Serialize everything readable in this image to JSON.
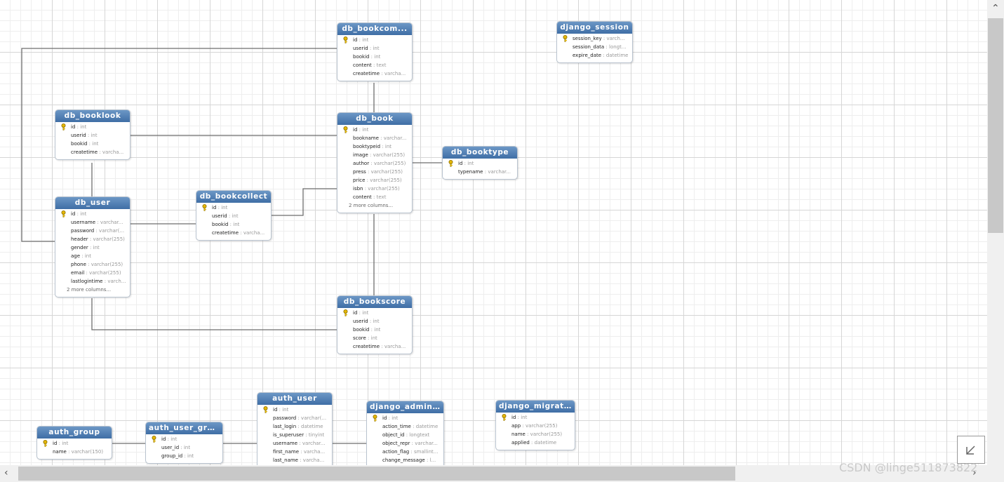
{
  "tables": [
    {
      "id": "db_bookcomment",
      "title": "db_bookcom...",
      "rows": [
        {
          "name": "id",
          "type": "int",
          "key": true
        },
        {
          "name": "userid",
          "type": "int"
        },
        {
          "name": "bookid",
          "type": "int"
        },
        {
          "name": "content",
          "type": "text"
        },
        {
          "name": "createtime",
          "type": "varcha..."
        }
      ]
    },
    {
      "id": "django_session",
      "title": "django_session",
      "rows": [
        {
          "name": "session_key",
          "type": "varch...",
          "key": true
        },
        {
          "name": "session_data",
          "type": "longt..."
        },
        {
          "name": "expire_date",
          "type": "datetime"
        }
      ]
    },
    {
      "id": "db_booklook",
      "title": "db_booklook",
      "rows": [
        {
          "name": "id",
          "type": "int",
          "key": true
        },
        {
          "name": "userid",
          "type": "int"
        },
        {
          "name": "bookid",
          "type": "int"
        },
        {
          "name": "createtime",
          "type": "varcha..."
        }
      ]
    },
    {
      "id": "db_book",
      "title": "db_book",
      "rows": [
        {
          "name": "id",
          "type": "int",
          "key": true
        },
        {
          "name": "bookname",
          "type": "varchar..."
        },
        {
          "name": "booktypeid",
          "type": "int"
        },
        {
          "name": "image",
          "type": "varchar(255)"
        },
        {
          "name": "author",
          "type": "varchar(255)"
        },
        {
          "name": "press",
          "type": "varchar(255)"
        },
        {
          "name": "price",
          "type": "varchar(255)"
        },
        {
          "name": "isbn",
          "type": "varchar(255)"
        },
        {
          "name": "content",
          "type": "text"
        }
      ],
      "more": "2 more columns..."
    },
    {
      "id": "db_booktype",
      "title": "db_booktype",
      "rows": [
        {
          "name": "id",
          "type": "int",
          "key": true
        },
        {
          "name": "typename",
          "type": "varchar..."
        }
      ]
    },
    {
      "id": "db_user",
      "title": "db_user",
      "rows": [
        {
          "name": "id",
          "type": "int",
          "key": true
        },
        {
          "name": "username",
          "type": "varchar..."
        },
        {
          "name": "password",
          "type": "varchar(..."
        },
        {
          "name": "header",
          "type": "varchar(255)"
        },
        {
          "name": "gender",
          "type": "int"
        },
        {
          "name": "age",
          "type": "int"
        },
        {
          "name": "phone",
          "type": "varchar(255)"
        },
        {
          "name": "email",
          "type": "varchar(255)"
        },
        {
          "name": "lastlogintime",
          "type": "varch..."
        }
      ],
      "more": "2 more columns..."
    },
    {
      "id": "db_bookcollect",
      "title": "db_bookcollect",
      "rows": [
        {
          "name": "id",
          "type": "int",
          "key": true
        },
        {
          "name": "userid",
          "type": "int"
        },
        {
          "name": "bookid",
          "type": "int"
        },
        {
          "name": "createtime",
          "type": "varcha..."
        }
      ]
    },
    {
      "id": "db_bookscore",
      "title": "db_bookscore",
      "rows": [
        {
          "name": "id",
          "type": "int",
          "key": true
        },
        {
          "name": "userid",
          "type": "int"
        },
        {
          "name": "bookid",
          "type": "int"
        },
        {
          "name": "score",
          "type": "int"
        },
        {
          "name": "createtime",
          "type": "varcha..."
        }
      ]
    },
    {
      "id": "auth_group",
      "title": "auth_group",
      "rows": [
        {
          "name": "id",
          "type": "int",
          "key": true
        },
        {
          "name": "name",
          "type": "varchar(150)"
        }
      ]
    },
    {
      "id": "auth_user_groups",
      "title": "auth_user_gro...",
      "rows": [
        {
          "name": "id",
          "type": "int",
          "key": true
        },
        {
          "name": "user_id",
          "type": "int"
        },
        {
          "name": "group_id",
          "type": "int"
        }
      ]
    },
    {
      "id": "auth_user",
      "title": "auth_user",
      "rows": [
        {
          "name": "id",
          "type": "int",
          "key": true
        },
        {
          "name": "password",
          "type": "varchar(..."
        },
        {
          "name": "last_login",
          "type": "datetime"
        },
        {
          "name": "is_superuser",
          "type": "tinyint"
        },
        {
          "name": "username",
          "type": "varchar..."
        },
        {
          "name": "first_name",
          "type": "varcha..."
        },
        {
          "name": "last_name",
          "type": "varcha..."
        }
      ]
    },
    {
      "id": "django_admin_log",
      "title": "django_admin...",
      "rows": [
        {
          "name": "id",
          "type": "int",
          "key": true
        },
        {
          "name": "action_time",
          "type": "datetime"
        },
        {
          "name": "object_id",
          "type": "longtext"
        },
        {
          "name": "object_repr",
          "type": "varchar..."
        },
        {
          "name": "action_flag",
          "type": "smallint..."
        },
        {
          "name": "change_message",
          "type": "l..."
        }
      ]
    },
    {
      "id": "django_migrations",
      "title": "django_migrat...",
      "rows": [
        {
          "name": "id",
          "type": "int",
          "key": true
        },
        {
          "name": "app",
          "type": "varchar(255)"
        },
        {
          "name": "name",
          "type": "varchar(255)"
        },
        {
          "name": "applied",
          "type": "datetime"
        }
      ]
    }
  ],
  "relations": [
    {
      "from": "db_bookcomment",
      "to": "db_user"
    },
    {
      "from": "db_bookcomment",
      "to": "db_book"
    },
    {
      "from": "db_booklook",
      "to": "db_book"
    },
    {
      "from": "db_booklook",
      "to": "db_user"
    },
    {
      "from": "db_book",
      "to": "db_booktype"
    },
    {
      "from": "db_bookcollect",
      "to": "db_book"
    },
    {
      "from": "db_bookcollect",
      "to": "db_user"
    },
    {
      "from": "db_bookscore",
      "to": "db_book"
    },
    {
      "from": "db_bookscore",
      "to": "db_user"
    },
    {
      "from": "auth_user_groups",
      "to": "auth_group"
    },
    {
      "from": "auth_user_groups",
      "to": "auth_user"
    },
    {
      "from": "django_admin_log",
      "to": "auth_user"
    }
  ],
  "watermark": "CSDN @linge511873822",
  "colors": {
    "header": "#4a78ae",
    "grid": "#d6d6d6",
    "line": "#6e6e6e",
    "key": "#e6b800"
  },
  "icons": {
    "key": "key-icon",
    "scroll_up": "chevron-up-icon",
    "scroll_left": "chevron-left-icon",
    "scroll_right": "chevron-right-icon",
    "zoom": "zoom-fit-icon"
  }
}
